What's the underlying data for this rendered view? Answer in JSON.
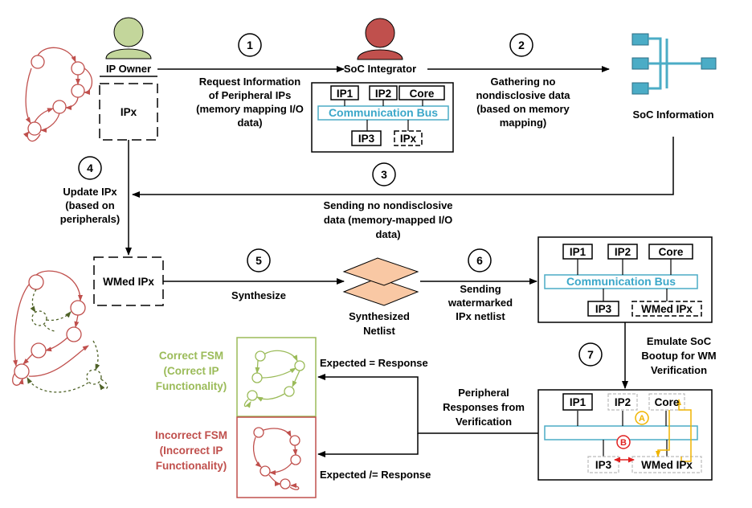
{
  "actors": {
    "ip_owner": "IP Owner",
    "soc_integrator": "SoC Integrator",
    "soc_information": "SoC Information"
  },
  "ipx_box": "IPx",
  "wmed_ipx_box": "WMed IPx",
  "steps": [
    {
      "num": "1",
      "lines": [
        "Request Information",
        "of Peripheral IPs",
        "(memory mapping I/O",
        "data)"
      ]
    },
    {
      "num": "2",
      "lines": [
        "Gathering no",
        "nondisclosive data",
        "(based on memory",
        "mapping)"
      ]
    },
    {
      "num": "3",
      "lines": [
        "Sending no nondisclosive",
        "data (memory-mapped I/O",
        "data)"
      ]
    },
    {
      "num": "4",
      "lines": [
        "Update IPx",
        "(based on",
        "peripherals)"
      ]
    },
    {
      "num": "5",
      "lines": [
        "Synthesize"
      ]
    },
    {
      "num": "6",
      "lines": [
        "Sending",
        "watermarked",
        "IPx netlist"
      ]
    },
    {
      "num": "7",
      "lines": [
        "Emulate SoC",
        "Bootup for WM",
        "Verification"
      ]
    }
  ],
  "synthesized_netlist": [
    "Synthesized",
    "Netlist"
  ],
  "soc_small": {
    "ip1": "IP1",
    "ip2": "IP2",
    "core": "Core",
    "bus": "Communication Bus",
    "ip3": "IP3",
    "ipx": "IPx"
  },
  "soc_wm": {
    "ip1": "IP1",
    "ip2": "IP2",
    "core": "Core",
    "bus": "Communication Bus",
    "ip3": "IP3",
    "wmed": "WMed IPx"
  },
  "soc_verify": {
    "ip1": "IP1",
    "ip2": "IP2",
    "core": "Core",
    "ip3": "IP3",
    "wmed": "WMed IPx",
    "marker_a": "A",
    "marker_b": "B"
  },
  "peripheral_responses": [
    "Peripheral",
    "Responses from",
    "Verification"
  ],
  "expected_equal": "Expected = Response",
  "expected_not_equal": "Expected /= Response",
  "correct_fsm": [
    "Correct FSM",
    "(Correct IP",
    "Functionality)"
  ],
  "incorrect_fsm": [
    "Incorrect FSM",
    "(Incorrect IP",
    "Functionality)"
  ],
  "colors": {
    "green": "#9bbb59",
    "red": "#c0504d",
    "bus": "#3ba7c9",
    "soc_icon": "#4bacc6",
    "netlist": "#f9c8a4",
    "owner_head": "#c3d69b",
    "integrator_head": "#c0504d",
    "orange": "#f0b400",
    "bright_red": "#e02020"
  }
}
